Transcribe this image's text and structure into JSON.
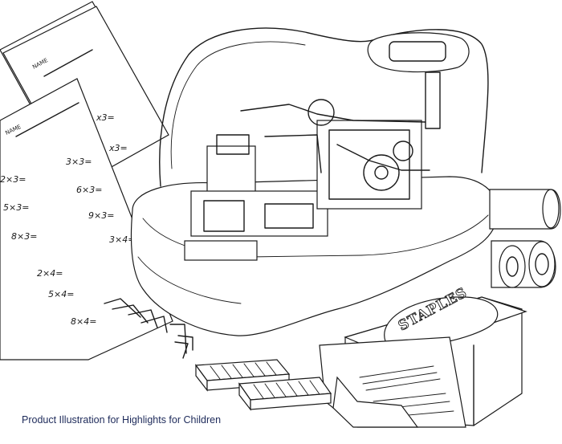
{
  "caption": "Product Illustration for Highlights for Children",
  "worksheet_back": {
    "name_label": "NAME",
    "problems": [
      "x3=",
      "x3="
    ]
  },
  "worksheet_front": {
    "name_label": "NAME",
    "problems": [
      "2×3=",
      "3×3=",
      "5×3=",
      "6×3=",
      "8×3=",
      "9×3=",
      "3×4=",
      "2×4=",
      "5×4=",
      "8×4="
    ]
  },
  "brand_label": "STAPLES",
  "colors": {
    "ink": "#1a1a1a",
    "caption": "#1d2a5a",
    "background": "#ffffff"
  }
}
